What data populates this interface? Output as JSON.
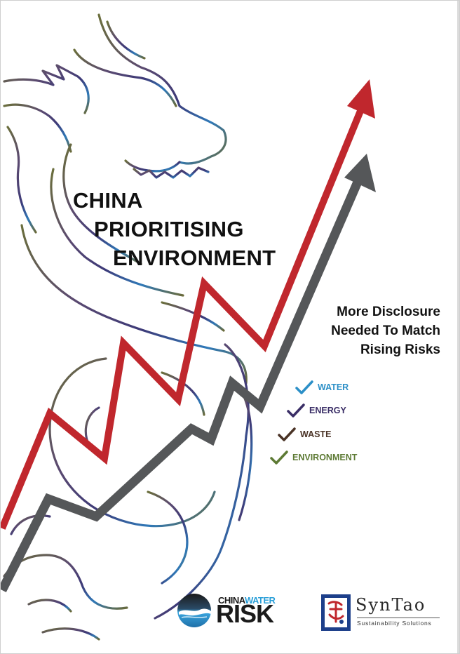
{
  "title": {
    "line1": "CHINA",
    "line2": "PRIORITISING",
    "line3": "ENVIRONMENT"
  },
  "subtitle": {
    "line1": "More Disclosure",
    "line2": "Needed To Match",
    "line3": "Rising Risks"
  },
  "checklist": [
    {
      "label": "WATER",
      "color": "#2b8fc7"
    },
    {
      "label": "ENERGY",
      "color": "#3a2e66"
    },
    {
      "label": "WASTE",
      "color": "#4a3326"
    },
    {
      "label": "ENVIRONMENT",
      "color": "#5d7a34"
    }
  ],
  "logos": {
    "cwr_small_a": "CHINA",
    "cwr_small_b": "WATER",
    "cwr_big": "RISK",
    "syntao_name": "SynTao",
    "syntao_tagline": "Sustainability Solutions"
  },
  "colors": {
    "red_arrow": "#c0272d",
    "grey_arrow": "#555759"
  }
}
